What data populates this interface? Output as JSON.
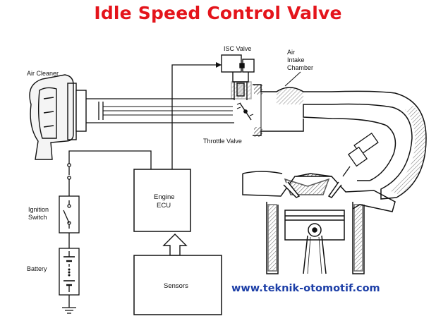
{
  "title": "Idle Speed Control Valve",
  "labels": {
    "isc_valve": "ISC Valve",
    "air_intake_line1": "Air",
    "air_intake_line2": "Intake",
    "air_intake_line3": "Chamber",
    "air_cleaner": "Air Cleaner",
    "throttle_valve": "Throttle Valve",
    "ignition_line1": "Ignition",
    "ignition_line2": "Switch",
    "battery": "Battery",
    "engine_ecu_line1": "Engine",
    "engine_ecu_line2": "ECU",
    "sensors": "Sensors"
  },
  "watermark": "www.teknik-otomotif.com"
}
